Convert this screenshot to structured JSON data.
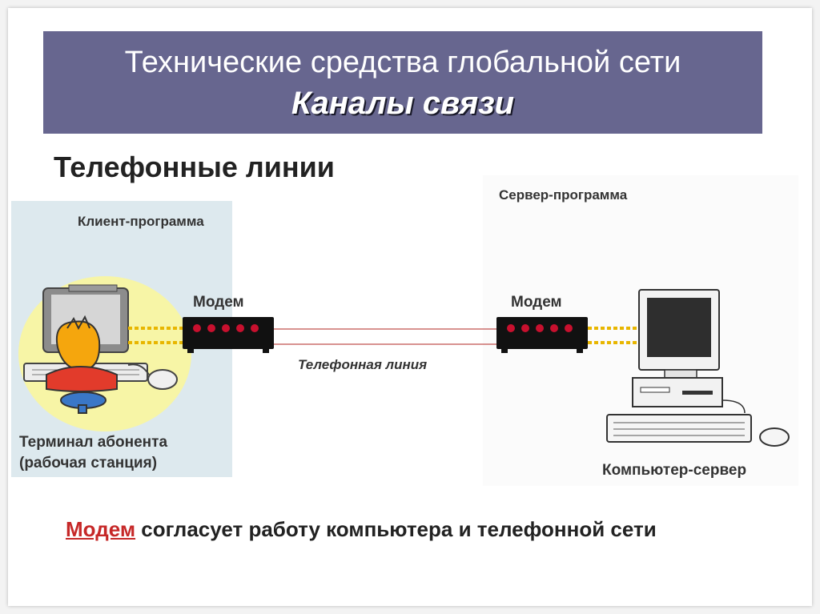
{
  "slide": {
    "title": "Технические средства глобальной сети",
    "subtitle": "Каналы связи",
    "section_heading": "Телефонные линии"
  },
  "diagram": {
    "client_program": "Клиент-программа",
    "server_program": "Сервер-программа",
    "modem_left": "Модем",
    "modem_right": "Модем",
    "phone_line": "Телефонная линия",
    "terminal_line1": "Терминал  абонента",
    "terminal_line2": "(рабочая станция)",
    "computer_server": "Компьютер-сервер"
  },
  "footer": {
    "highlight": "Модем",
    "rest": " согласует работу компьютера и телефонной сети"
  },
  "colors": {
    "banner": "#67668f",
    "highlight": "#c62828",
    "modem_led": "#c8102e",
    "cable": "#e8b600",
    "phone_line": "#c0504d"
  }
}
